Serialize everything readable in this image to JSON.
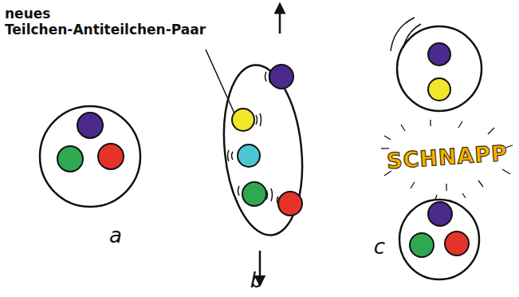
{
  "diagram": {
    "labels": [
      "neues Teilchen-Antiteilchen-Paar",
      "a",
      "b",
      "SCHNAPP",
      "c"
    ]
  }
}
